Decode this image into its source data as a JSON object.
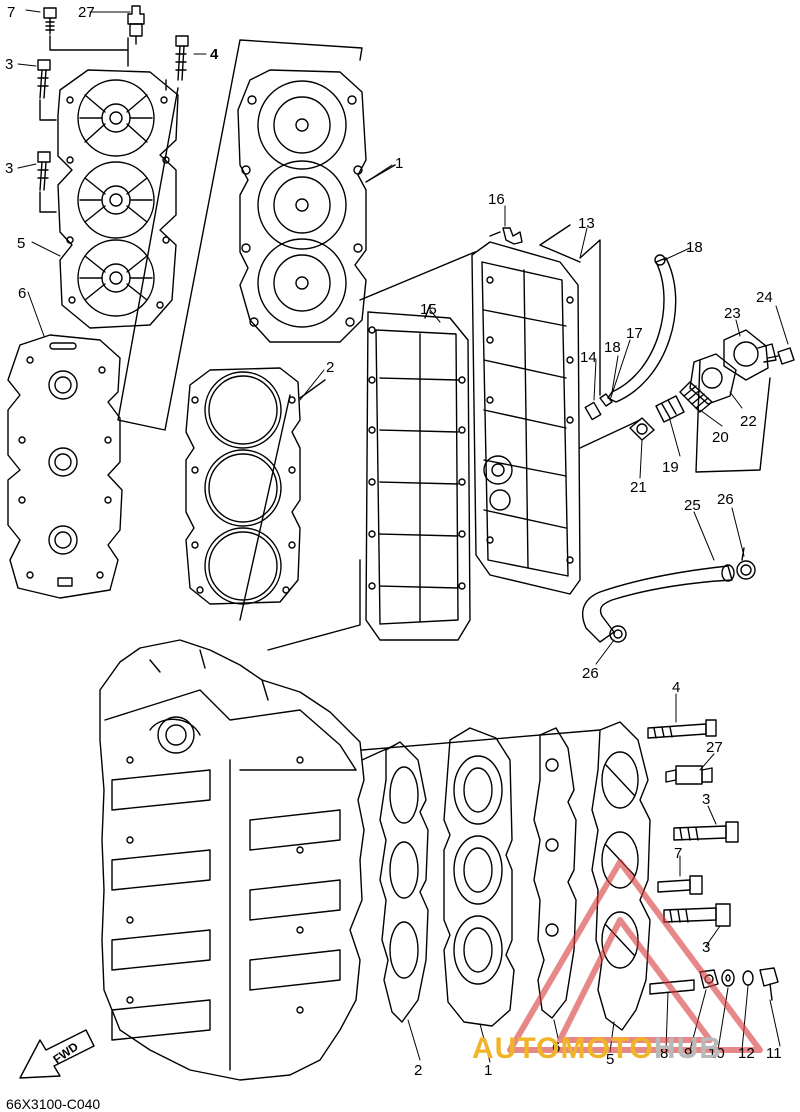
{
  "diagram": {
    "code": "66X3100-C040",
    "fwd_label": "FWD",
    "watermark": {
      "part1": "AUTOMOTO",
      "part2": "HUB"
    },
    "colors": {
      "line": "#000000",
      "watermark_orange": "#f0b428",
      "watermark_red": "#d83a3a",
      "watermark_gray": "#b9b9b9"
    }
  },
  "callouts": {
    "c7_top": "7",
    "c27_top": "27",
    "c4_top": "4",
    "c3_a": "3",
    "c3_b": "3",
    "c5_top": "5",
    "c6_top": "6",
    "c1_top": "1",
    "c2_top": "2",
    "c15": "15",
    "c16": "16",
    "c13": "13",
    "c18_a": "18",
    "c14": "14",
    "c18_b": "18",
    "c17": "17",
    "c23": "23",
    "c24": "24",
    "c22": "22",
    "c20": "20",
    "c19": "19",
    "c21": "21",
    "c25": "25",
    "c26_a": "26",
    "c26_b": "26",
    "c4_bot": "4",
    "c27_bot": "27",
    "c3_bot_a": "3",
    "c7_bot": "7",
    "c3_bot_b": "3",
    "c2_bot": "2",
    "c1_bot": "1",
    "c6_bot": "6",
    "c5_bot": "5",
    "c8": "8",
    "c9": "9",
    "c10": "10",
    "c12": "12",
    "c11": "11"
  }
}
